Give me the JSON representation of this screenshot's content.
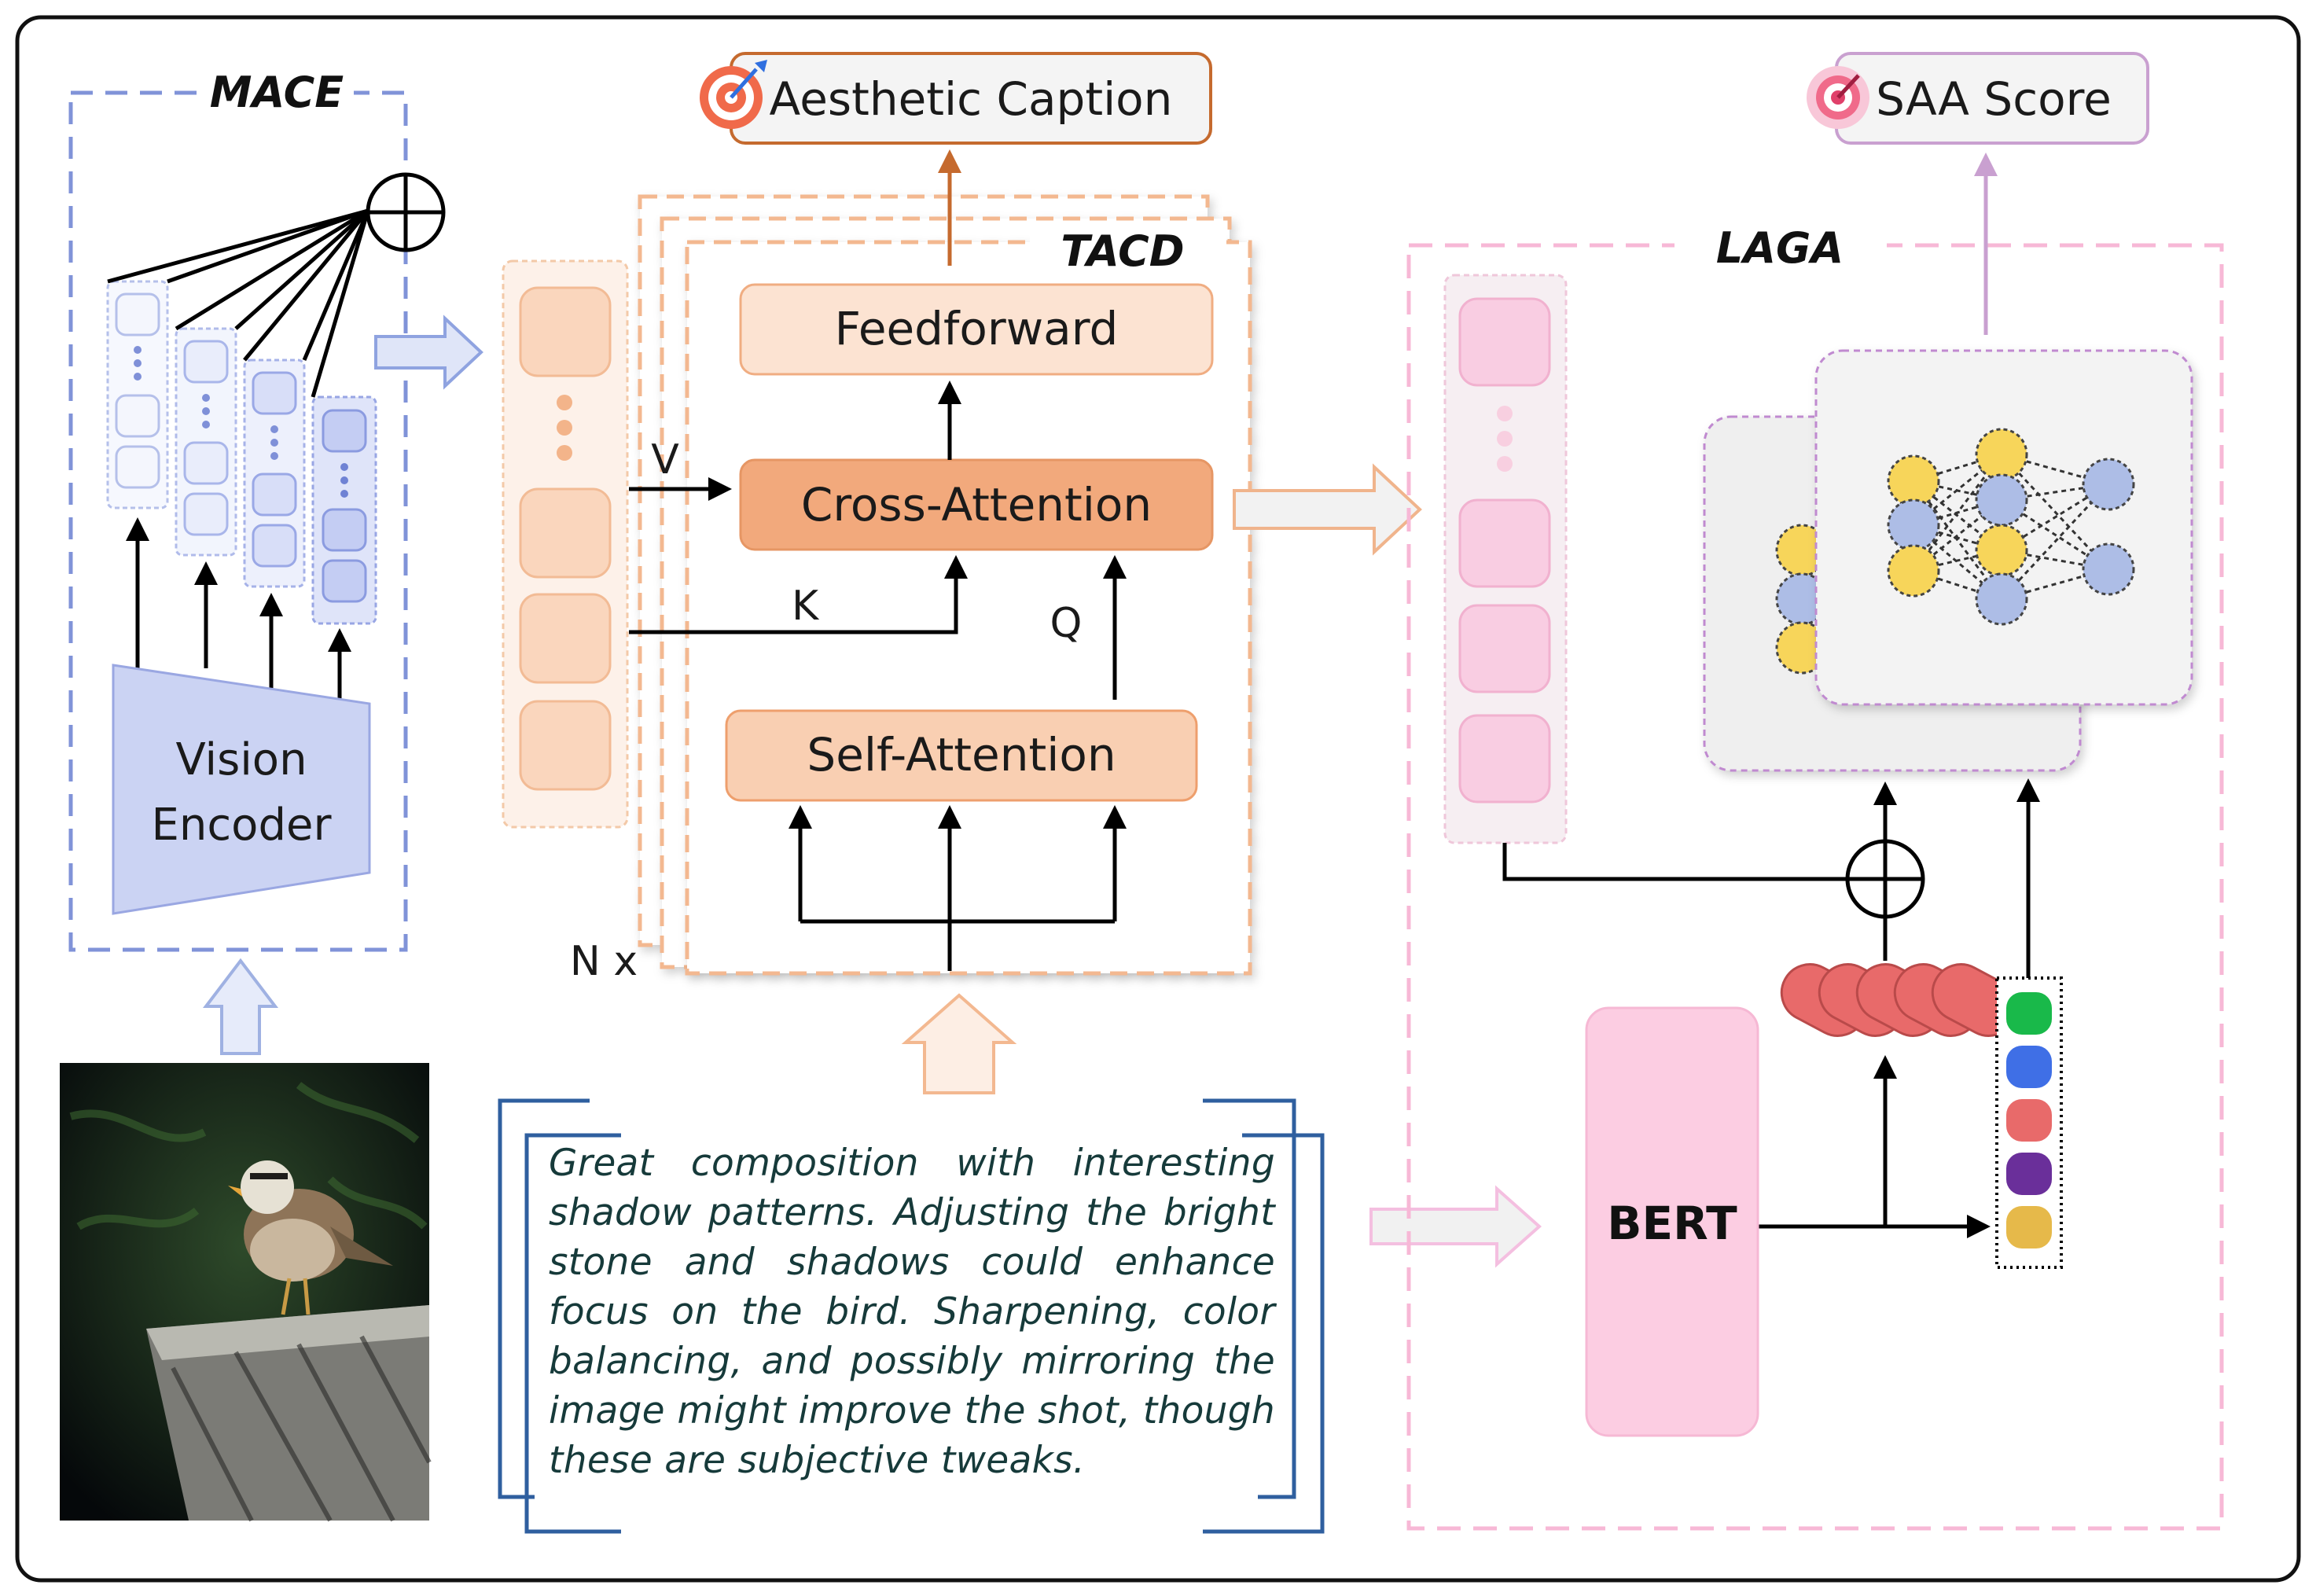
{
  "modules": {
    "mace": "MACE",
    "tacd": "TACD",
    "laga": "LAGA"
  },
  "blocks": {
    "vision_encoder": [
      "Vision",
      "Encoder"
    ],
    "feedforward": "Feedforward",
    "cross_attention": "Cross-Attention",
    "self_attention": "Self-Attention",
    "bert": "BERT"
  },
  "outputs": {
    "aesthetic_caption": "Aesthetic Caption",
    "saa_score": "SAA Score"
  },
  "attention_labels": {
    "v": "V",
    "k": "K",
    "q": "Q",
    "repeat": "N x"
  },
  "caption": "Great composition with interesting shadow patterns. Adjusting the bright stone and shadows could enhance focus on the bird. Sharpening, color balancing, and possibly mirroring the image might improve the shot, though these are subjective tweaks.",
  "colors": {
    "mace_border": "#8093d8",
    "tacd_orange": "#f0a77a",
    "cross_attention": "#f2a97c",
    "laga_border": "#f7b8d6",
    "score_purple": "#c9a0d0",
    "text_blue": "#2f5f9f",
    "attribute_colors": [
      "#19b94a",
      "#3f6fe6",
      "#e86a6a",
      "#6a2f9a",
      "#e6b94a"
    ]
  }
}
